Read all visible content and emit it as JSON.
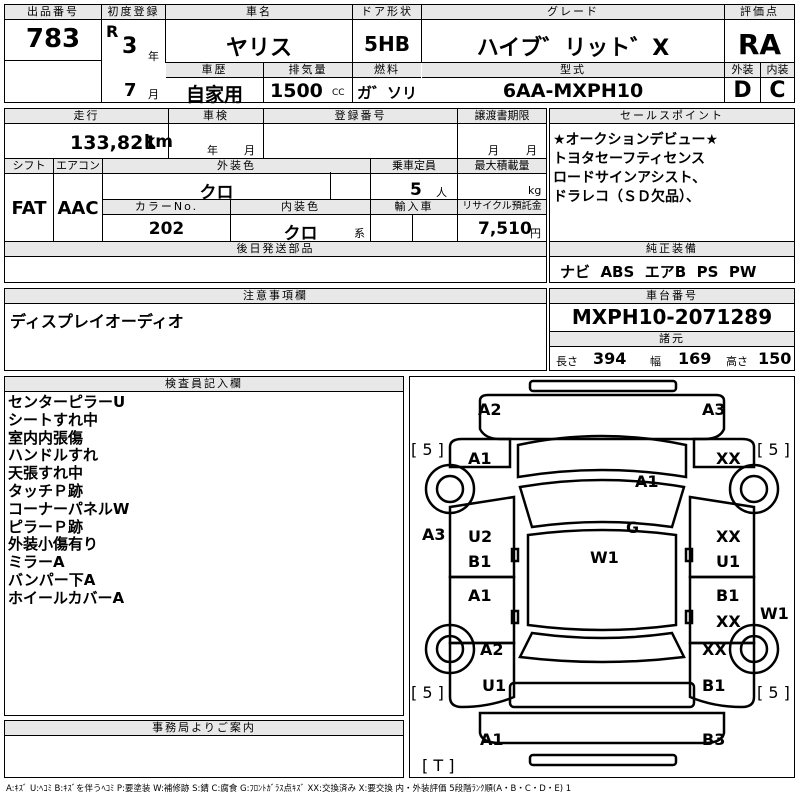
{
  "labels": {
    "lot": "出品番号",
    "first_reg": "初度登録",
    "car_name": "車名",
    "door": "ドア形状",
    "grade": "グレード",
    "score": "評価点",
    "history": "車歴",
    "displacement": "排気量",
    "fuel": "燃料",
    "model": "型式",
    "exterior": "外装",
    "interior": "内装",
    "mileage": "走行",
    "inspection": "車検",
    "reg_no": "登録番号",
    "transfer": "譲渡書期限",
    "selling": "セールスポイント",
    "shift": "シフト",
    "ac": "エアコン",
    "ext_color": "外装色",
    "capacity": "乗車定員",
    "max_load": "最大積載量",
    "color_no": "カラーNo.",
    "int_color": "内装色",
    "import": "輸入車",
    "recycle": "リサイクル預託金",
    "later_parts": "後日発送部品",
    "genuine": "純正装備",
    "cautions": "注意事項欄",
    "chassis": "車台番号",
    "specs": "諸元",
    "length": "長さ",
    "width": "幅",
    "height": "高さ",
    "inspector": "検査員記入欄",
    "office": "事務局よりご案内"
  },
  "units": {
    "year": "年",
    "month": "月",
    "cc": "CC",
    "km": "km",
    "person": "人",
    "kg": "kg",
    "yen": "円",
    "kei": "系",
    "r": "R"
  },
  "lot_number": "783",
  "first_reg_year": "3",
  "first_reg_month": "7",
  "car_name": "ヤリス",
  "door": "5HB",
  "grade": "ハイブ゛リット゛X",
  "score": "RA",
  "history": "自家用",
  "displacement": "1500",
  "fuel": "ガ゛ソリン",
  "model": "6AA-MXPH10",
  "exterior_grade": "D",
  "interior_grade": "C",
  "mileage": "133,821",
  "shift": "FAT",
  "ac": "AAC",
  "ext_color": "クロ",
  "capacity": "5",
  "color_no": "202",
  "int_color": "クロ",
  "recycle": "7,510",
  "selling_points": [
    "★オークションデビュー★",
    "トヨタセーフティセンス",
    "ロードサインアシスト、",
    "ドラレコ（ＳＤ欠品）、"
  ],
  "genuine_equipment": "ナビ  ABS  エアB  PS  PW",
  "caution": "ディスプレイオーディオ",
  "chassis_number": "MXPH10-2071289",
  "length": "394",
  "width": "169",
  "height": "150",
  "inspector_notes": [
    "センターピラーU",
    "シートすれ中",
    "室内内張傷",
    "ハンドルすれ",
    "天張すれ中",
    "タッチＰ跡",
    "コーナーパネルW",
    "ピラーＰ跡",
    "外装小傷有り",
    "ミラーA",
    "バンパー下A",
    "ホイールカバーA"
  ],
  "diagram_marks": {
    "front_left": "A2",
    "front_right": "A3",
    "tire_fl": "5",
    "tire_fr": "5",
    "fender_l": "A1",
    "fender_r": "XX",
    "hood": "A1",
    "windshield": "G",
    "side_left": "A3",
    "door_fl_top": "U2",
    "door_fl_bot": "B1",
    "roof": "W1",
    "door_fr_top": "XX",
    "door_fr_bot": "U1",
    "door_rl": "A1",
    "door_rr_top": "B1",
    "door_rr_bot": "XX",
    "side_right": "W1",
    "qtr_l": "A2",
    "qtr_r": "XX",
    "sill_l": "U1",
    "sill_r": "B1",
    "tire_rl": "5",
    "tire_rr": "5",
    "rear_left": "A1",
    "rear_right": "B3",
    "trunk": "T"
  },
  "legend": "A:ｷｽﾞ U:ﾍｺﾐ B:ｷｽﾞを伴うﾍｺﾐ P:要塗装 W:補修跡 S:錆 C:腐食 G:ﾌﾛﾝﾄｶﾞﾗｽ点ｷｽﾞ XX:交換済み X:要交換 内・外装評価 5段階ﾗﾝｸ順(A・B・C・D・E) 1"
}
